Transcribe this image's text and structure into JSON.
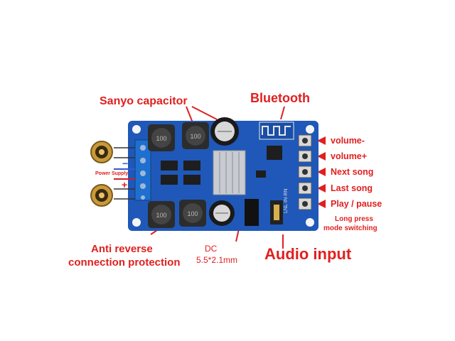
{
  "labels": {
    "sanyo_capacitor": "Sanyo capacitor",
    "bluetooth": "Bluetooth",
    "volume_minus": "volume-",
    "volume_plus": "volume+",
    "next_song": "Next song",
    "last_song": "Last song",
    "play_pause": "Play / pause",
    "long_press_line1": "Long press",
    "long_press_line2": "mode switching",
    "power_supply": "Power Supply",
    "minus_sign": "−",
    "plus_sign": "+",
    "anti_reverse_line1": "Anti reverse",
    "anti_reverse_line2": "connection protection",
    "dc_line1": "DC",
    "dc_line2": "5.5*2.1mm",
    "audio_input": "Audio input"
  },
  "board_markings": {
    "inductor_text": "100",
    "pin_labels": "LNL·IN·RN"
  },
  "colors": {
    "label_red": "#e02020",
    "pcb_blue": "#1f58b8",
    "terminal_blue": "#1e6fd0",
    "inductor_dark": "#2c2c2c",
    "capacitor_black": "#1a1a1a",
    "heatsink_silver": "#c8ccd2",
    "speaker_gold": "#c89a3a"
  },
  "icons": [
    "speaker-icon",
    "speaker-icon",
    "bluetooth-antenna-icon",
    "push-button-icon"
  ]
}
